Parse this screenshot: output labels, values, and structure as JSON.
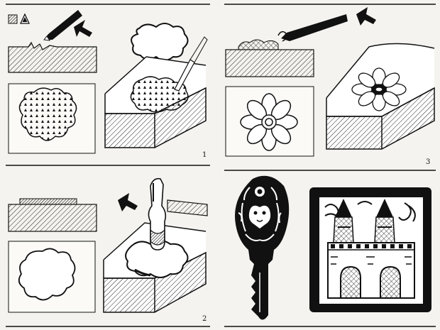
{
  "panels": [
    {
      "id": "panel-1",
      "number": "1"
    },
    {
      "id": "panel-2",
      "number": "2"
    },
    {
      "id": "panel-3",
      "number": "3"
    }
  ],
  "colors": {
    "paper": "#f4f3ef",
    "ink": "#111111"
  },
  "icons": [
    "square-icon",
    "triangle-icon",
    "arrow-icon",
    "chisel-icon",
    "hammer-icon",
    "key-icon",
    "tile-icon"
  ]
}
